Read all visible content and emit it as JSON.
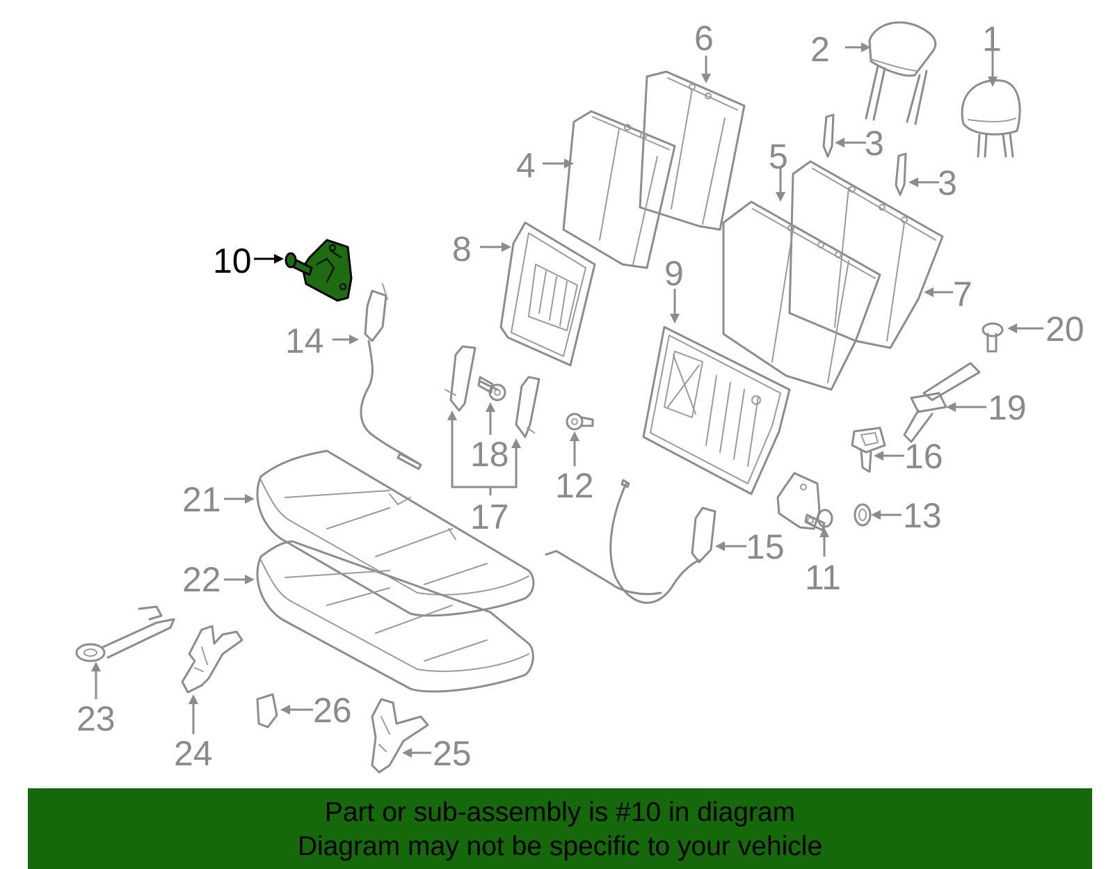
{
  "diagram": {
    "highlighted_part": "10",
    "callouts": [
      {
        "id": "c1",
        "label": "1"
      },
      {
        "id": "c2",
        "label": "2"
      },
      {
        "id": "c3a",
        "label": "3"
      },
      {
        "id": "c3b",
        "label": "3"
      },
      {
        "id": "c4",
        "label": "4"
      },
      {
        "id": "c5",
        "label": "5"
      },
      {
        "id": "c6",
        "label": "6"
      },
      {
        "id": "c7",
        "label": "7"
      },
      {
        "id": "c8",
        "label": "8"
      },
      {
        "id": "c9",
        "label": "9"
      },
      {
        "id": "c10",
        "label": "10"
      },
      {
        "id": "c11",
        "label": "11"
      },
      {
        "id": "c12",
        "label": "12"
      },
      {
        "id": "c13",
        "label": "13"
      },
      {
        "id": "c14",
        "label": "14"
      },
      {
        "id": "c15",
        "label": "15"
      },
      {
        "id": "c16",
        "label": "16"
      },
      {
        "id": "c17",
        "label": "17"
      },
      {
        "id": "c18",
        "label": "18"
      },
      {
        "id": "c19",
        "label": "19"
      },
      {
        "id": "c20",
        "label": "20"
      },
      {
        "id": "c21",
        "label": "21"
      },
      {
        "id": "c22",
        "label": "22"
      },
      {
        "id": "c23",
        "label": "23"
      },
      {
        "id": "c24",
        "label": "24"
      },
      {
        "id": "c25",
        "label": "25"
      },
      {
        "id": "c26",
        "label": "26"
      }
    ]
  },
  "banner": {
    "line1": "Part or sub-assembly is #10 in diagram",
    "line2": "Diagram may not be specific to your vehicle"
  },
  "colors": {
    "banner_bg": "#16690b",
    "highlight_fill": "#1f6b11",
    "line_gray": "#8c8c8c"
  }
}
